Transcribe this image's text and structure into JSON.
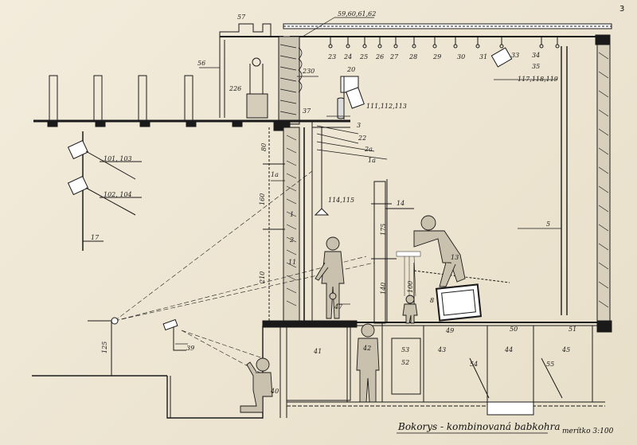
{
  "page_number": "3",
  "title": "Bokorys - kombinovaná babkohra",
  "scale": "merítko 3:100",
  "labels": {
    "l57": "57",
    "l5962": "59,60,61,62",
    "l56": "56",
    "l230": "230",
    "l226": "226",
    "l20": "20",
    "l111": "111,112,113",
    "l37": "37",
    "l3": "3",
    "l22": "22",
    "l2a": "2a",
    "l1a_r": "1a",
    "l1a_l": "1a",
    "l101": "101, 103",
    "l102": "102, 104",
    "l17": "17",
    "l114": "114,115",
    "l14": "14",
    "l5": "5",
    "l1": "1",
    "l2": "2",
    "l11": "11",
    "l13": "13",
    "l8": "8",
    "l47": "47",
    "l49": "49",
    "l50": "50",
    "l51": "51",
    "l41": "41",
    "l42": "42",
    "l53": "53",
    "l52": "52",
    "l43": "43",
    "l54": "54",
    "l44": "44",
    "l45": "45",
    "l55": "55",
    "l39": "39",
    "l40": "40",
    "l23": "23",
    "l24": "24",
    "l25": "25",
    "l26": "26",
    "l27": "27",
    "l28": "28",
    "l29": "29",
    "l30": "30",
    "l31": "31",
    "l33": "33",
    "l34": "34",
    "l35": "35",
    "l117": "117,118,119"
  },
  "dimensions": {
    "d80": "80",
    "d160": "160",
    "d210": "210",
    "d175": "175",
    "d140": "140",
    "d100": "100",
    "d125": "125"
  }
}
